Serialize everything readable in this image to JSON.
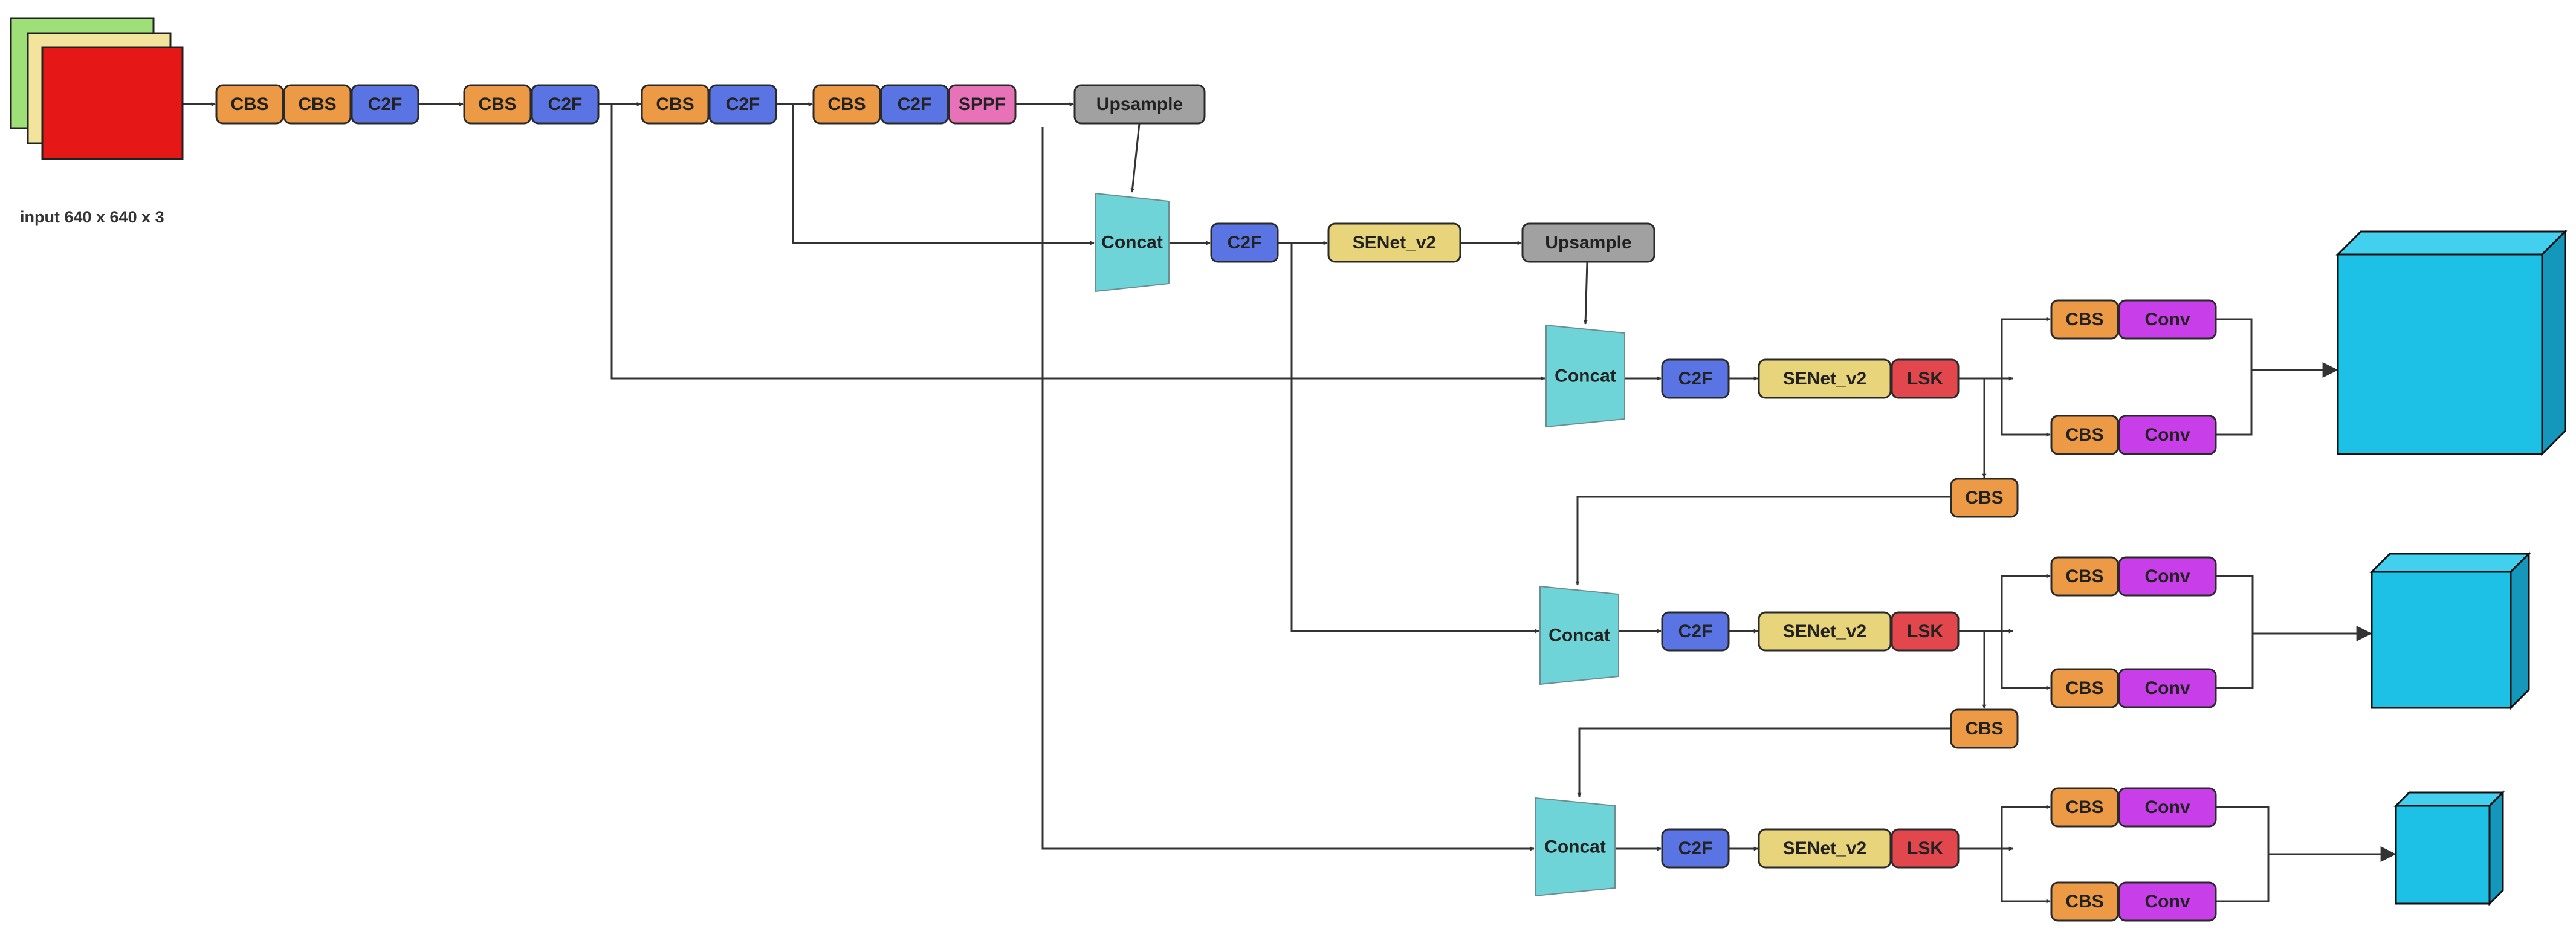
{
  "input_label": "input 640 x 640 x 3",
  "colors": {
    "cbs": "#ec9a45",
    "c2f": "#5b74e4",
    "sppf": "#e872b8",
    "upsample": "#a1a1a1",
    "senet": "#e8d47a",
    "lsk": "#e3474e",
    "conv": "#c83ee8",
    "concat": "#6fd4d8",
    "cube_front": "#1ec1e6",
    "cube_side": "#1597bc",
    "cube_top": "#43d0ef",
    "input_red": "#e51717",
    "input_yellow": "#f2e49c",
    "input_green": "#9fdf78",
    "line": "#333333"
  },
  "labels": {
    "cbs": "CBS",
    "c2f": "C2F",
    "sppf": "SPPF",
    "upsample": "Upsample",
    "senet": "SENet_v2",
    "lsk": "LSK",
    "conv": "Conv",
    "concat": "Concat"
  }
}
